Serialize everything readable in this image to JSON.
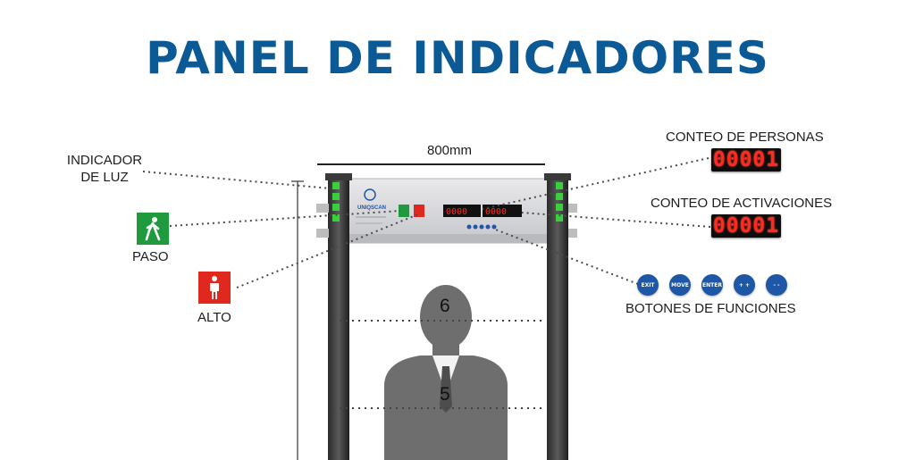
{
  "title": "PANEL DE INDICADORES",
  "dimension_label": "800mm",
  "labels": {
    "indicador_luz": "INDICADOR DE LUZ",
    "paso": "PASO",
    "alto": "ALTO",
    "conteo_personas": "CONTEO DE PERSONAS",
    "conteo_activaciones": "CONTEO DE ACTIVACIONES",
    "botones_funciones": "BOTONES DE FUNCIONES"
  },
  "displays": {
    "personas": "00001",
    "activaciones": "00001"
  },
  "brand": "UNIQSCAN",
  "function_buttons": [
    "EXIT",
    "MOVE",
    "ENTER",
    "+ +",
    "- -"
  ],
  "zones": [
    "6",
    "5"
  ],
  "colors": {
    "title": "#0b5a96",
    "paso_green": "#1f9a3c",
    "alto_red": "#e0281e",
    "led_red": "#ff2a1f",
    "button_blue": "#1d57a6"
  }
}
